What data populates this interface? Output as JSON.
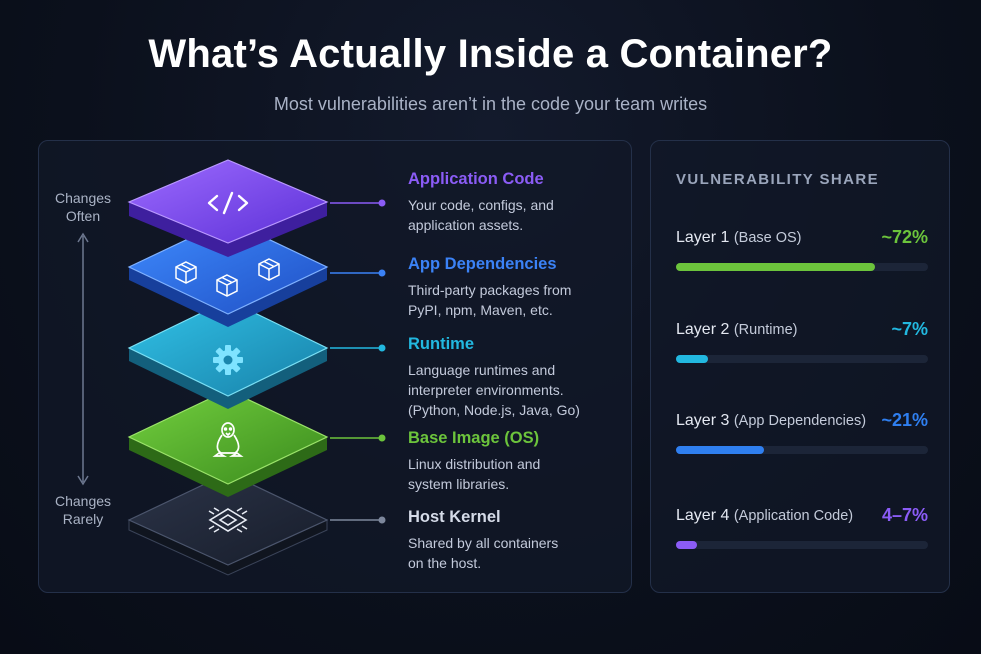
{
  "header": {
    "title": "What’s Actually Inside a Container?",
    "subtitle": "Most vulnerabilities aren’t in the code your team writes"
  },
  "axis": {
    "top_label_line1": "Changes",
    "top_label_line2": "Often",
    "bottom_label_line1": "Changes",
    "bottom_label_line2": "Rarely"
  },
  "layers": [
    {
      "title": "Application Code",
      "desc_line1": "Your code, configs, and",
      "desc_line2": "application assets.",
      "desc_line3": "",
      "color": "#8b5cf6",
      "icon": "code-icon"
    },
    {
      "title": "App Dependencies",
      "desc_line1": "Third-party packages from",
      "desc_line2": "PyPI, npm, Maven, etc.",
      "desc_line3": "",
      "color": "#3b82f6",
      "icon": "package-icon"
    },
    {
      "title": "Runtime",
      "desc_line1": "Language runtimes and",
      "desc_line2": "interpreter environments.",
      "desc_line3": "(Python, Node.js, Java, Go)",
      "color": "#22b8e0",
      "icon": "gear-icon"
    },
    {
      "title": "Base Image (OS)",
      "desc_line1": "Linux distribution and",
      "desc_line2": "system libraries.",
      "desc_line3": "",
      "color": "#6cc43c",
      "icon": "linux-penguin-icon"
    },
    {
      "title": "Host Kernel",
      "desc_line1": "Shared by all containers",
      "desc_line2": "on the host.",
      "desc_line3": "",
      "color": "#7d879c",
      "icon": "chip-icon"
    }
  ],
  "vulnerability_share": {
    "heading": "VULNERABILITY SHARE",
    "rows": [
      {
        "label": "Layer 1",
        "sub": "(Base OS)",
        "value": "~72%",
        "fraction": 0.79,
        "color": "#6cc43c"
      },
      {
        "label": "Layer 2",
        "sub": "(Runtime)",
        "value": "~7%",
        "fraction": 0.125,
        "color": "#22b8e0"
      },
      {
        "label": "Layer 3",
        "sub": "(App Dependencies)",
        "value": "~21%",
        "fraction": 0.35,
        "color": "#2f7ff0"
      },
      {
        "label": "Layer 4",
        "sub": "(Application Code)",
        "value": "4–7%",
        "fraction": 0.085,
        "color": "#8b5cf6"
      }
    ]
  }
}
